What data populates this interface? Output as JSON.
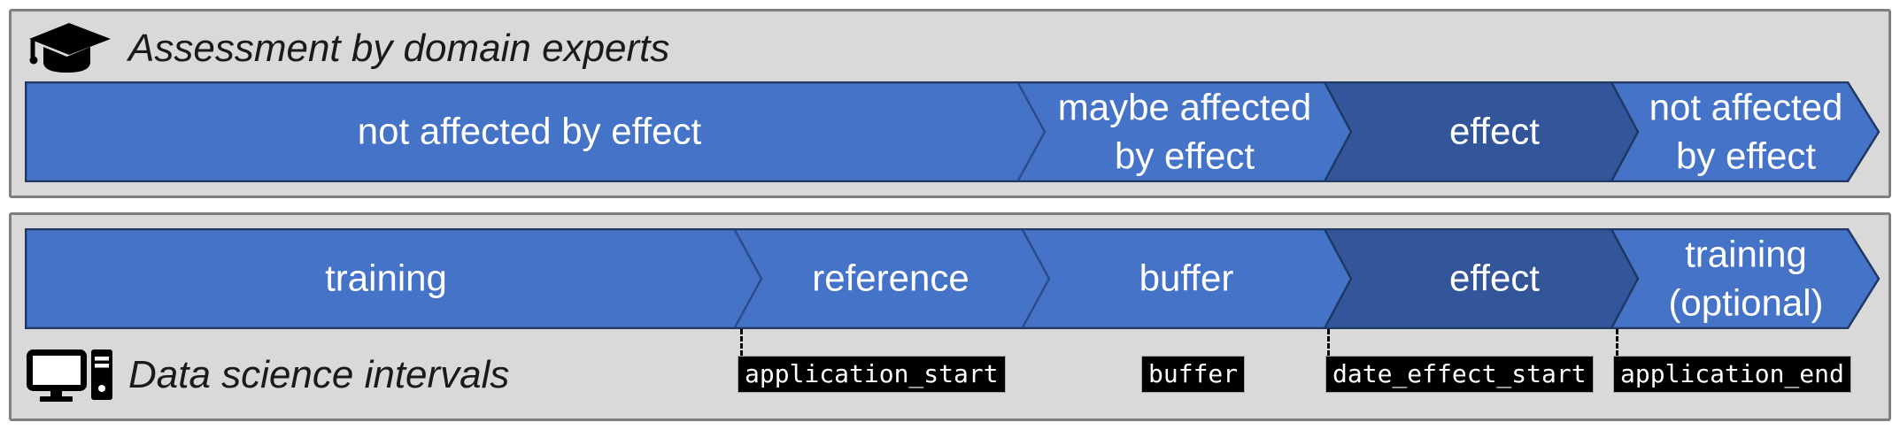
{
  "colors": {
    "panel_bg": "#d9d9d9",
    "panel_border": "#7f7f7f",
    "bar_light": "#4573c7",
    "bar_dark": "#33569b",
    "bar_border": "#1f3864",
    "divider_line": "#2c4d8c",
    "bar_text": "#ffffff",
    "title_text": "#1a1a1a",
    "badge_bg": "#000000",
    "badge_text": "#ffffff",
    "dash_color": "#000000",
    "icon_color": "#000000"
  },
  "top_panel": {
    "title": "Assessment by domain experts",
    "icon": "graduation-cap-icon",
    "segments": [
      {
        "label": "not affected by effect",
        "lines": [
          "not affected by effect"
        ],
        "tone": "light"
      },
      {
        "label": "maybe affected by effect",
        "lines": [
          "maybe affected",
          "by effect"
        ],
        "tone": "light"
      },
      {
        "label": "effect",
        "lines": [
          "effect"
        ],
        "tone": "dark"
      },
      {
        "label": "not affected by effect",
        "lines": [
          "not affected",
          "by effect"
        ],
        "tone": "light"
      }
    ]
  },
  "bottom_panel": {
    "title": "Data science intervals",
    "icon": "desktop-computer-icon",
    "segments": [
      {
        "label": "training",
        "lines": [
          "training"
        ],
        "tone": "light"
      },
      {
        "label": "reference",
        "lines": [
          "reference"
        ],
        "tone": "light"
      },
      {
        "label": "buffer",
        "lines": [
          "buffer"
        ],
        "tone": "light"
      },
      {
        "label": "effect",
        "lines": [
          "effect"
        ],
        "tone": "dark"
      },
      {
        "label": "training (optional)",
        "lines": [
          "training",
          "(optional)"
        ],
        "tone": "light"
      }
    ],
    "markers": [
      {
        "label": "application_start",
        "has_dash": true
      },
      {
        "label": "buffer",
        "has_dash": false
      },
      {
        "label": "date_effect_start",
        "has_dash": true
      },
      {
        "label": "application_end",
        "has_dash": true
      }
    ]
  }
}
